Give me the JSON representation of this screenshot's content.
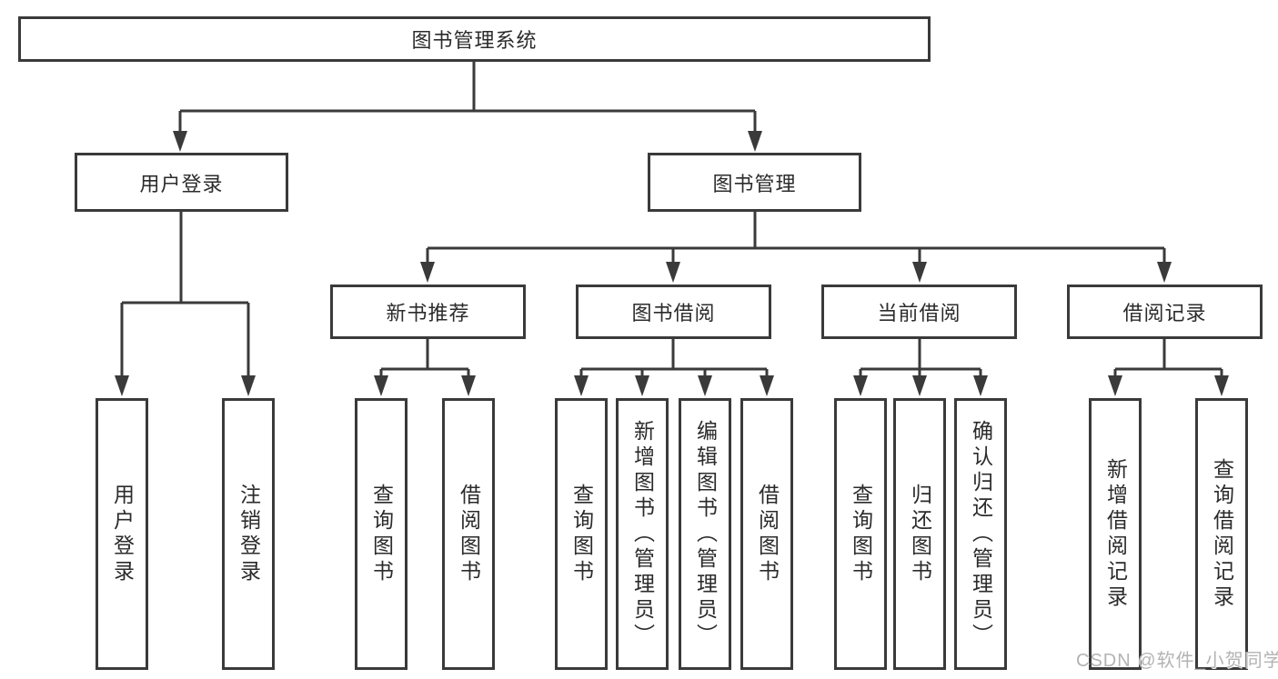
{
  "tree": {
    "label": "图书管理系统",
    "children": [
      {
        "label": "用户登录",
        "children": [
          {
            "label": "用户登录"
          },
          {
            "label": "注销登录"
          }
        ]
      },
      {
        "label": "图书管理",
        "children": [
          {
            "label": "新书推荐",
            "children": [
              {
                "label": "查询图书"
              },
              {
                "label": "借阅图书"
              }
            ]
          },
          {
            "label": "图书借阅",
            "children": [
              {
                "label": "查询图书"
              },
              {
                "label": "新增图书（管理员）"
              },
              {
                "label": "编辑图书（管理员）"
              },
              {
                "label": "借阅图书"
              }
            ]
          },
          {
            "label": "当前借阅",
            "children": [
              {
                "label": "查询图书"
              },
              {
                "label": "归还图书"
              },
              {
                "label": "确认归还（管理员）"
              }
            ]
          },
          {
            "label": "借阅记录",
            "children": [
              {
                "label": "新增借阅记录"
              },
              {
                "label": "查询借阅记录"
              }
            ]
          }
        ]
      }
    ]
  },
  "watermark": {
    "text": "CSDN @软件_小贺同学"
  },
  "colors": {
    "line": "#3a3a3a",
    "text": "#2b2b2b",
    "background": "#ffffff",
    "watermark": "#b3b3b3"
  }
}
